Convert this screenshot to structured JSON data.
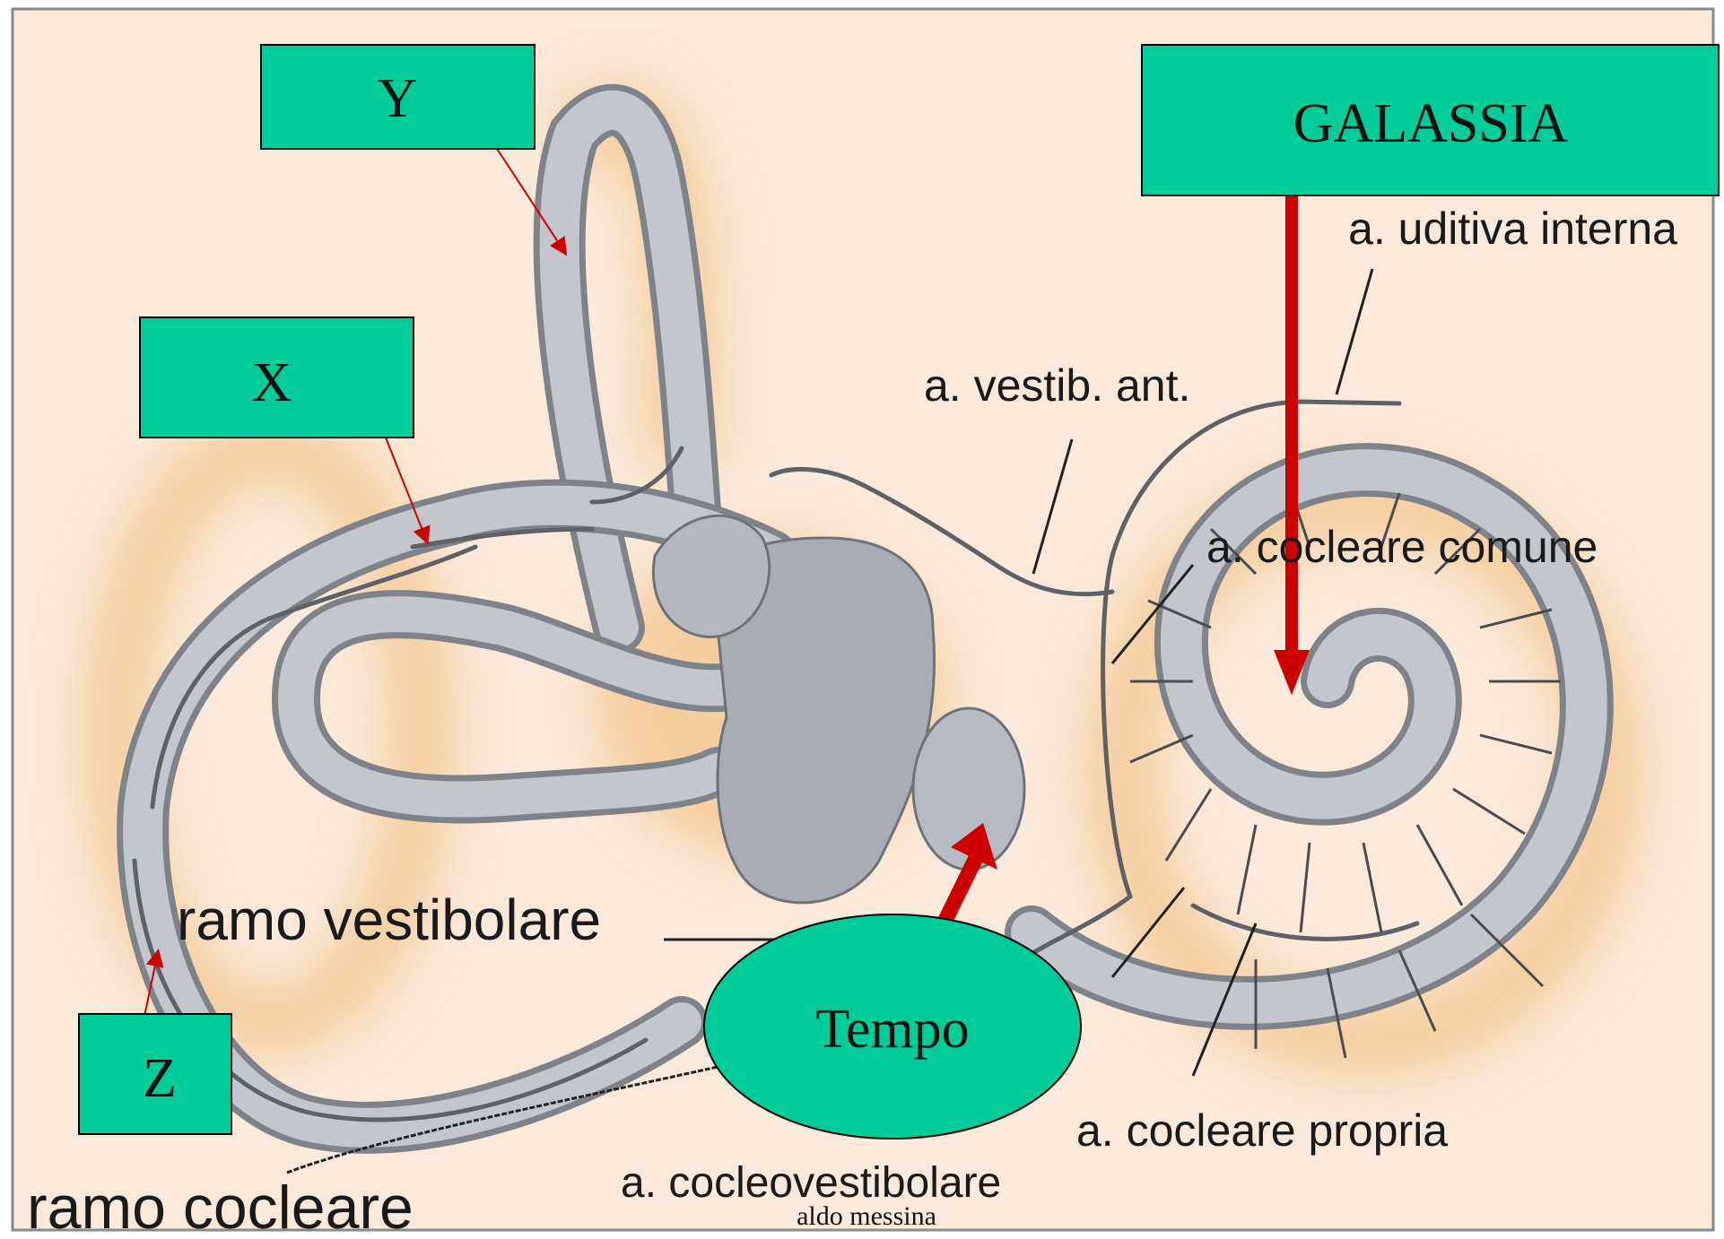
{
  "boxes": {
    "y": "Y",
    "x": "X",
    "z": "Z",
    "galassia": "GALASSIA",
    "tempo": "Tempo"
  },
  "anatomy_labels": {
    "uditiva_interna": "a. uditiva interna",
    "vestib_ant": "a. vestib. ant.",
    "cocleare_comune": "a. cocleare comune",
    "ramo_vestibolare": "ramo vestibolare",
    "cocleare_propria": "a. cocleare propria",
    "ramo_cocleare": "ramo cocleare",
    "cocleovestibolare": "a. cocleovestibolare"
  },
  "credit": "aldo messina",
  "colors": {
    "background": "#fbeadb",
    "glow": "#f6d3a8",
    "vessel": "#b9bcc2",
    "vessel_dark": "#7f8288",
    "box_fill": "#00cc99",
    "arrow_red": "#cc0000"
  }
}
